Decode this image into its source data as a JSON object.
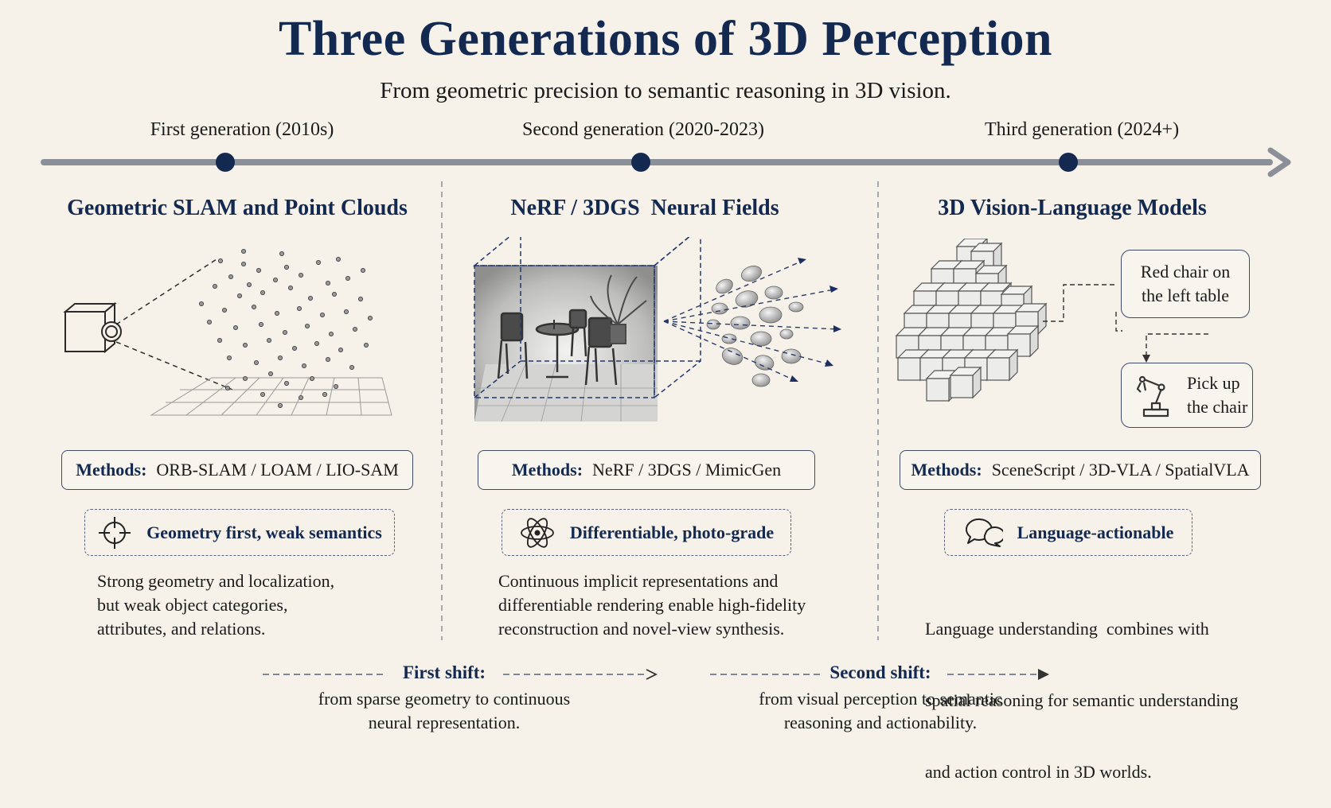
{
  "title": "Three Generations of 3D Perception",
  "subtitle": "From geometric precision to semantic reasoning in 3D vision.",
  "generations": [
    {
      "label": "First generation (2010s)",
      "title": "Geometric SLAM and Point Clouds",
      "methods_label": "Methods:",
      "methods": "ORB-SLAM / LOAM / LIO-SAM",
      "feature_icon": "crosshair-icon",
      "feature": "Geometry first, weak semantics",
      "description": [
        "Strong geometry and localization,",
        "but weak object categories,",
        "attributes, and relations."
      ]
    },
    {
      "label": "Second generation (2020-2023)",
      "title": "NeRF / 3DGS  Neural Fields",
      "methods_label": "Methods:",
      "methods": "NeRF / 3DGS / MimicGen",
      "feature_icon": "atom-icon",
      "feature": "Differentiable, photo-grade",
      "description": [
        "Continuous implicit representations and",
        "differentiable rendering enable high-fidelity",
        "reconstruction and novel-view synthesis."
      ]
    },
    {
      "label": "Third generation (2024+)",
      "title": "3D Vision-Language Models",
      "methods_label": "Methods:",
      "methods": "SceneScript / 3D-VLA / SpatialVLA",
      "feature_icon": "chat-bubbles-icon",
      "feature": "Language-actionable",
      "description": [
        "Language understanding  combines with",
        "spatial reasoning for semantic understanding",
        "and action control in 3D worlds."
      ],
      "query": [
        "Red chair on",
        "the left table"
      ],
      "action": [
        "Pick up",
        "the chair"
      ],
      "action_icon": "robot-arm-icon"
    }
  ],
  "shifts": [
    {
      "title": "First shift:",
      "description": [
        "from sparse geometry to continuous",
        "neural representation."
      ]
    },
    {
      "title": "Second shift:",
      "description": [
        "from visual perception to semantic",
        "reasoning and actionability."
      ]
    }
  ],
  "colors": {
    "navy": "#13294f",
    "timeline": "#8a8f98",
    "background": "#f6f2ea"
  }
}
